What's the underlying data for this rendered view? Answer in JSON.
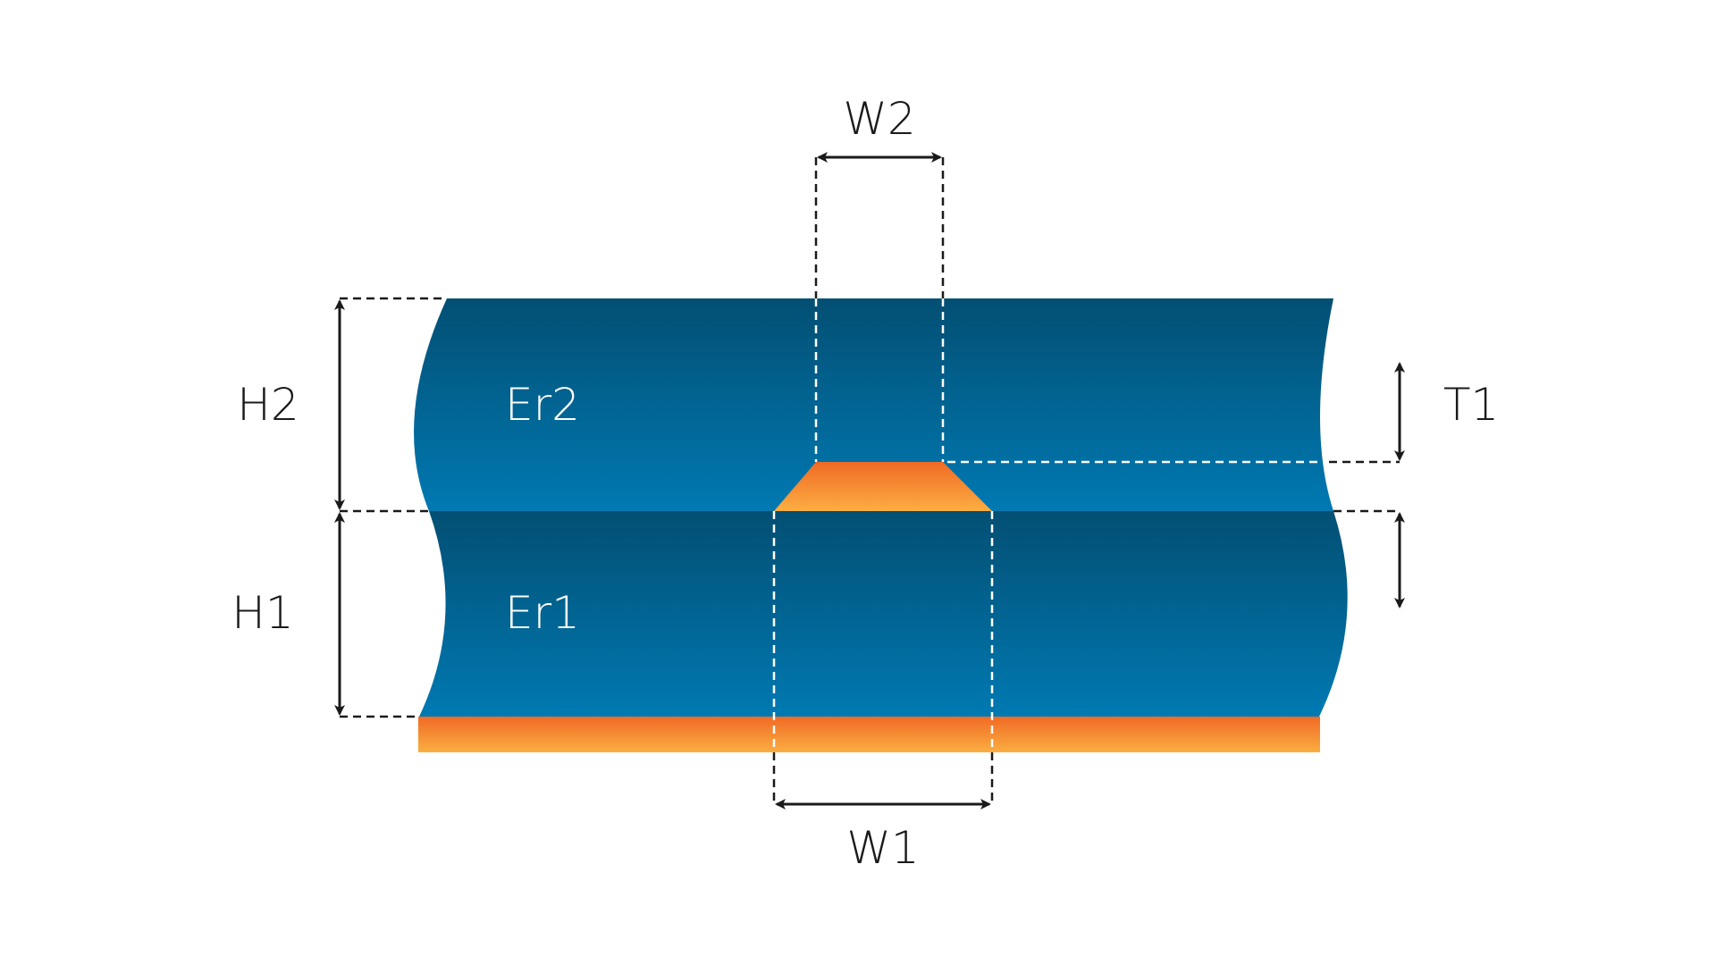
{
  "labels": {
    "w2": "W2",
    "w1": "W1",
    "h2": "H2",
    "h1": "H1",
    "t1": "T1",
    "er2": "Er2",
    "er1": "Er1"
  },
  "colors": {
    "dielectric_top": "#034f73",
    "dielectric_bottom": "#0079b2",
    "copper_top": "#f06a25",
    "copper_bottom": "#fbae42",
    "dimension_line": "#1a1a1a",
    "dashed_guide_inside": "#ffffff"
  }
}
